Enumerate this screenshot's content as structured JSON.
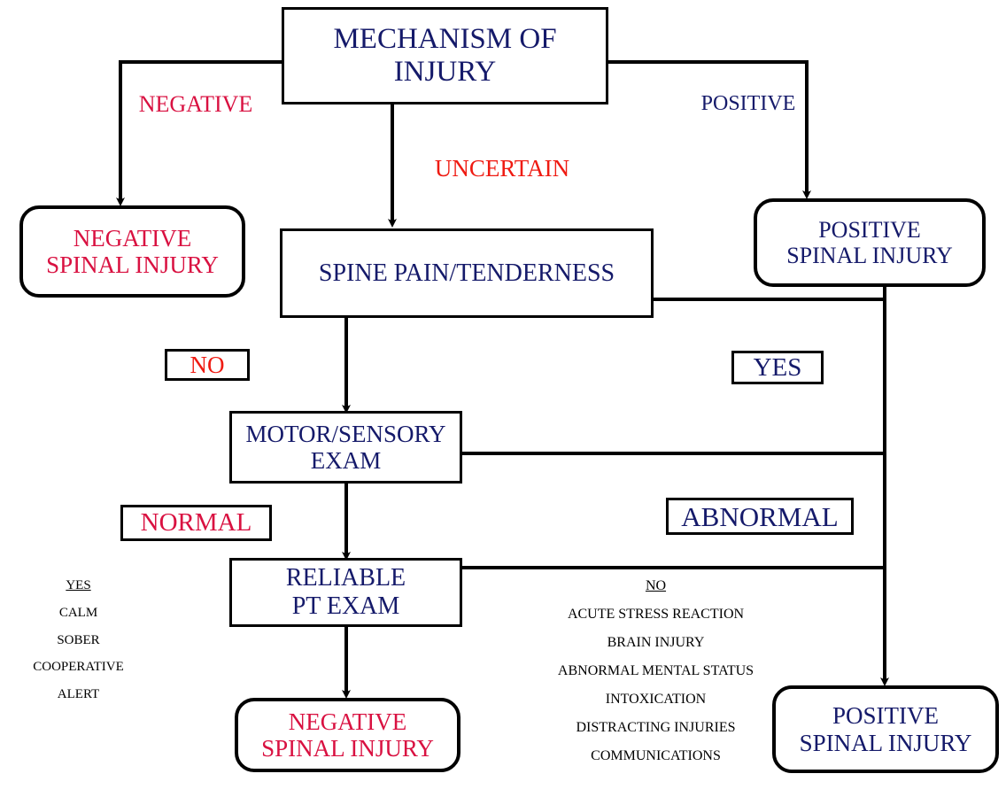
{
  "diagram": {
    "title": "Mechanism of Injury spinal clearance algorithm",
    "colors": {
      "navy": "#151a6a",
      "crimson": "#d91141",
      "red": "#ef1b12",
      "black": "#000000",
      "background": "#ffffff"
    },
    "nodes": {
      "mechanism_of_injury": {
        "line1": "MECHANISM OF",
        "line2": "INJURY"
      },
      "negative_spinal_injury_top": {
        "line1": "NEGATIVE",
        "line2": "SPINAL INJURY"
      },
      "positive_spinal_injury_top": {
        "line1": "POSITIVE",
        "line2": "SPINAL INJURY"
      },
      "spine_pain_tenderness": {
        "line1": "SPINE PAIN/TENDERNESS"
      },
      "motor_sensory_exam": {
        "line1": "MOTOR/SENSORY",
        "line2": "EXAM"
      },
      "reliable_pt_exam": {
        "line1": "RELIABLE",
        "line2": "PT  EXAM"
      },
      "negative_spinal_injury_bottom": {
        "line1": "NEGATIVE",
        "line2": "SPINAL INJURY"
      },
      "positive_spinal_injury_bottom": {
        "line1": "POSITIVE",
        "line2": "SPINAL INJURY"
      }
    },
    "edge_labels": {
      "negative": "NEGATIVE",
      "uncertain": "UNCERTAIN",
      "positive": "POSITIVE",
      "no": "NO",
      "yes": "YES",
      "normal": "NORMAL",
      "abnormal": "ABNORMAL"
    },
    "criteria_yes": {
      "heading": "YES",
      "items": [
        "CALM",
        "SOBER",
        "COOPERATIVE",
        "ALERT"
      ]
    },
    "criteria_no": {
      "heading": "NO",
      "items": [
        "ACUTE STRESS REACTION",
        "BRAIN INJURY",
        "ABNORMAL MENTAL STATUS",
        "INTOXICATION",
        "DISTRACTING INJURIES",
        "COMMUNICATIONS"
      ]
    }
  }
}
